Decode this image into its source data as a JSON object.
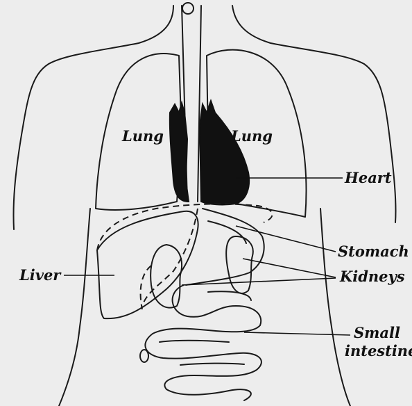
{
  "labels": {
    "lung_left": "Lung",
    "lung_right": "Lung",
    "heart": "Heart",
    "liver": "Liver",
    "stomach": "Stomach",
    "kidneys": "Kidneys",
    "small_intestine_1": "Small",
    "small_intestine_2": "intestine"
  },
  "colors": {
    "background": "#ededed",
    "ink": "#111111",
    "heart_fill": "#111111"
  }
}
